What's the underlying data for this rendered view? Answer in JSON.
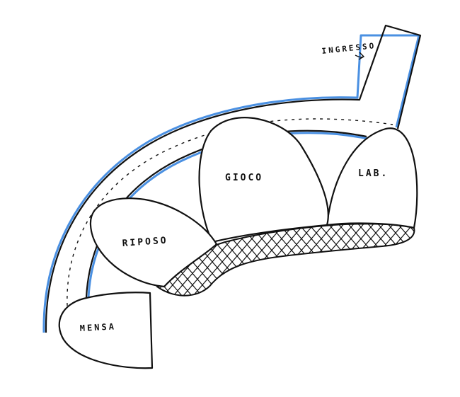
{
  "labels": {
    "entrance": "INGRESSO",
    "rest": "RIPOSO",
    "play": "GIOCO",
    "lab": "LAB.",
    "canteen": "MENSA"
  },
  "colors": {
    "ink": "#111111",
    "corridor_accent": "#4a90e2",
    "paper": "#ffffff"
  }
}
